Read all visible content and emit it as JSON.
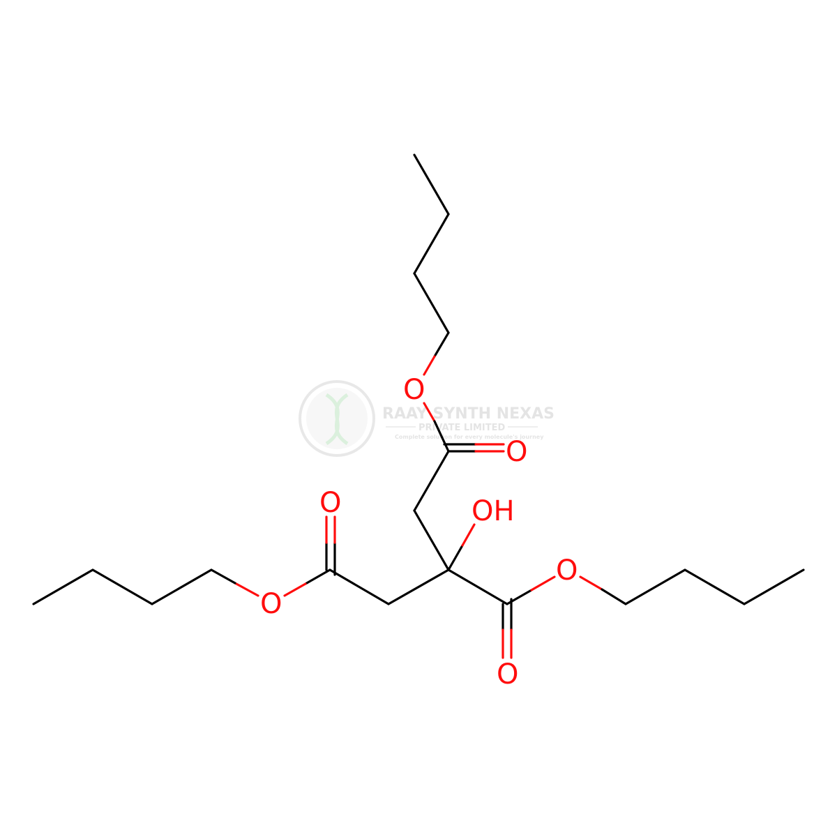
{
  "colors": {
    "bond": "#000000",
    "oxygen": "#ff0d0d",
    "watermark": "#cfcfcf",
    "watermark_accent": "#bfe5c2"
  },
  "atoms": {
    "ester_o_top": "O",
    "carbonyl_o_top": "O",
    "hydroxyl": "OH",
    "carbonyl_o_left": "O",
    "ester_o_left": "O",
    "ester_o_right": "O",
    "carbonyl_o_bottom": "O"
  },
  "watermark": {
    "company": "RAAY SYNTH NEXAS",
    "subtitle": "PRIVATE LIMITED",
    "tagline": "Complete solution for every molecule's journey"
  }
}
